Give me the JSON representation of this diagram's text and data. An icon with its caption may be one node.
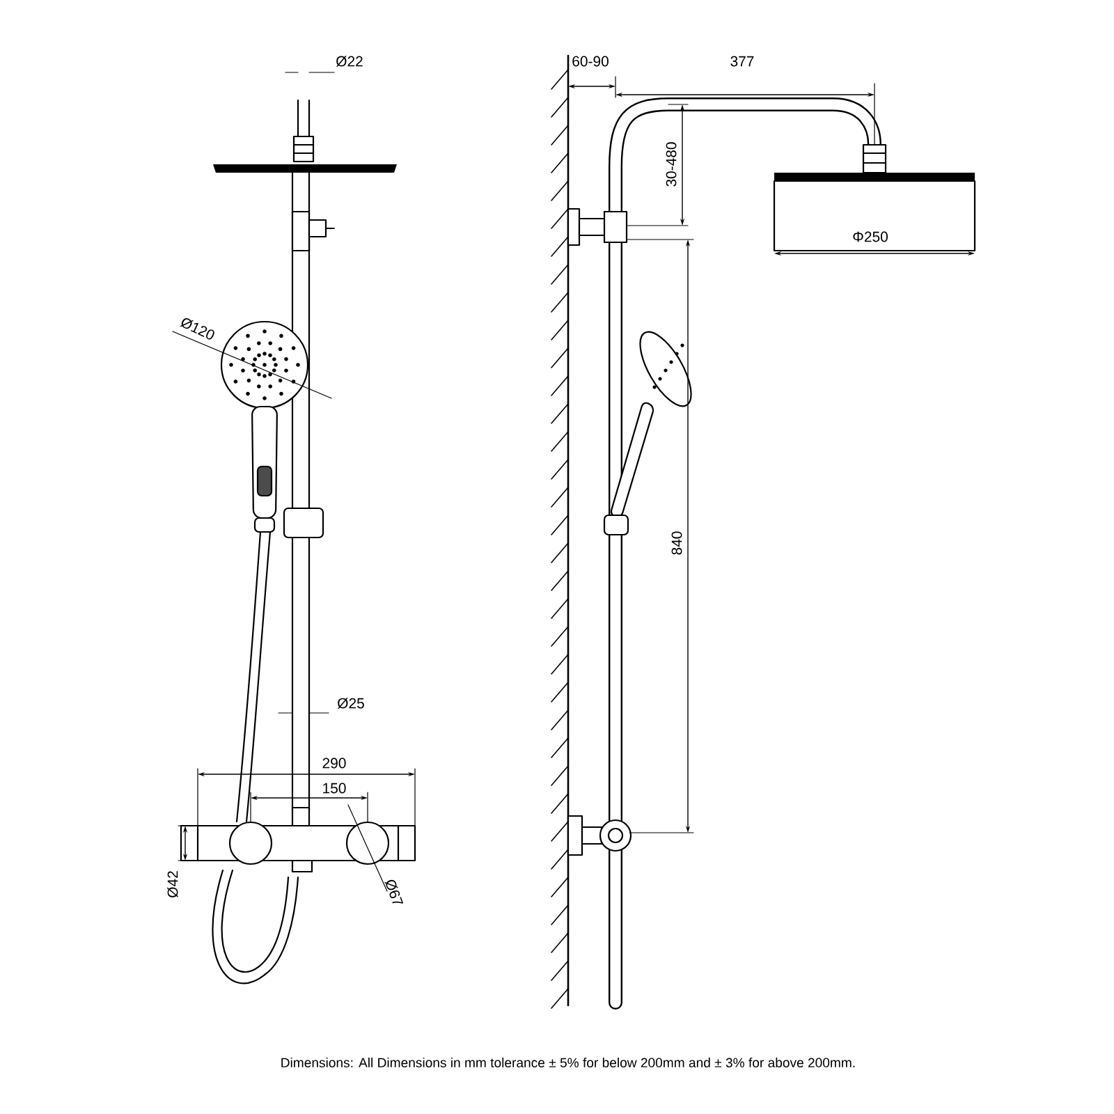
{
  "diagram": {
    "caption": "Dimensions: All Dimensions in mm tolerance ± 5% for below 200mm and ± 3% for above 200mm.",
    "labels": [
      "Ø22",
      "60-90",
      "377",
      "30-480",
      "Φ250",
      "Ø120",
      "840",
      "Ø25",
      "290",
      "150",
      "Ø42",
      "Ø67"
    ]
  }
}
